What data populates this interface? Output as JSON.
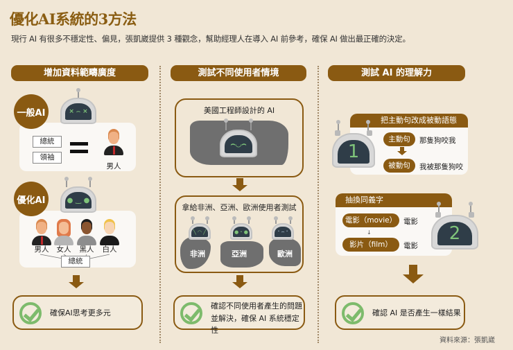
{
  "title": "優化AI系統的3方法",
  "subtitle": "現行 AI 有很多不穩定性、偏見，張凱崴提供 3 種觀念，幫助經理人在導入 AI 前參考，確保 AI 做出最正確的決定。",
  "colors": {
    "brand_brown": "#8a5a12",
    "background": "#f1e7d6",
    "check_green": "#7dbb6c",
    "screen_dark": "#2f3d48"
  },
  "columns": [
    {
      "header": "增加資料範疇廣度",
      "general_ai": {
        "badge": "一般AI",
        "robot_expression": "sad-x-eyes",
        "terms": [
          "總統",
          "領袖"
        ],
        "equals_icon": "equals-icon",
        "person_label": "男人"
      },
      "optimized_ai": {
        "badge": "優化AI",
        "robot_expression": "happy",
        "people": [
          "男人",
          "女人",
          "黑人",
          "白人"
        ],
        "term": "總統"
      },
      "result": "確保AI思考更多元"
    },
    {
      "header": "測試不同使用者情境",
      "us_box": {
        "title": "美國工程師設計的 AI",
        "robot_expression": "laughing"
      },
      "regions_box": {
        "title": "拿給非洲、亞洲、歐洲使用者測試",
        "regions": [
          {
            "label": "非洲",
            "robot_expression": "angry"
          },
          {
            "label": "亞洲",
            "robot_expression": "surprised"
          },
          {
            "label": "歐洲",
            "robot_expression": "sad"
          }
        ]
      },
      "result_lines": [
        "確認不同使用者產生的問題",
        "並解決，確保 AI 系統穩定性"
      ]
    },
    {
      "header": "測試 AI 的理解力",
      "test1": {
        "robot_number": "1",
        "title": "把主動句改成被動語態",
        "rows": [
          {
            "pill": "主動句",
            "text": "那隻狗咬我"
          },
          {
            "pill": "被動句",
            "text": "我被那隻狗咬"
          }
        ]
      },
      "test2": {
        "robot_number": "2",
        "title": "抽換同義字",
        "rows": [
          {
            "pill": "電影（movie）",
            "text": "電影"
          },
          {
            "pill": "影片（film）",
            "text": "電影"
          }
        ]
      },
      "result": "確認 AI 是否產生一樣結果"
    }
  ],
  "source": "資料來源：張凱崴"
}
